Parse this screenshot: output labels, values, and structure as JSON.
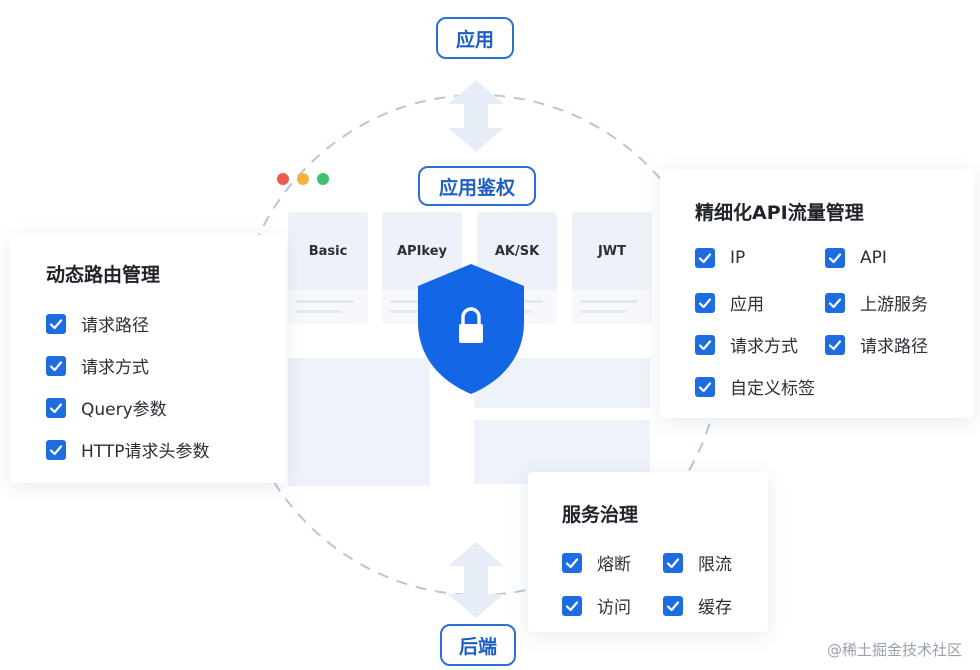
{
  "top_node": "应用",
  "bottom_node": "后端",
  "auth": {
    "title": "应用鉴权",
    "methods": [
      "Basic",
      "APIkey",
      "AK/SK",
      "JWT"
    ]
  },
  "routing": {
    "title": "动态路由管理",
    "items": [
      "请求路径",
      "请求方式",
      "Query参数",
      "HTTP请求头参数"
    ]
  },
  "traffic": {
    "title": "精细化API流量管理",
    "items": [
      "IP",
      "API",
      "应用",
      "上游服务",
      "请求方式",
      "请求路径",
      "自定义标签"
    ]
  },
  "governance": {
    "title": "服务治理",
    "items": [
      "熔断",
      "限流",
      "访问",
      "缓存"
    ]
  },
  "watermark": "@稀土掘金技术社区",
  "colors": {
    "accent": "#1d6ce0",
    "pill_border": "#2b6fd6",
    "dot_red": "#ef5a4f",
    "dot_yellow": "#f5b33c",
    "dot_green": "#3cc26e"
  }
}
